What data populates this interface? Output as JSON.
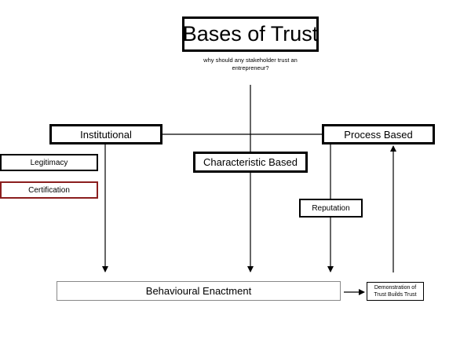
{
  "title": "Bases of Trust",
  "subtitle": "why should any stakeholder trust an entrepreneur?",
  "boxes": {
    "institutional": "Institutional",
    "process_based": "Process Based",
    "characteristic_based": "Characteristic Based",
    "legitimacy": "Legitimacy",
    "certification": "Certification",
    "reputation": "Reputation",
    "behavioural_enactment": "Behavioural Enactment",
    "demonstration_line1": "Demonstration of",
    "demonstration_line2": "Trust Builds Trust"
  },
  "colors": {
    "certification_border": "#8b1e1e",
    "line": "#000000",
    "behaviour_border": "#888888"
  }
}
